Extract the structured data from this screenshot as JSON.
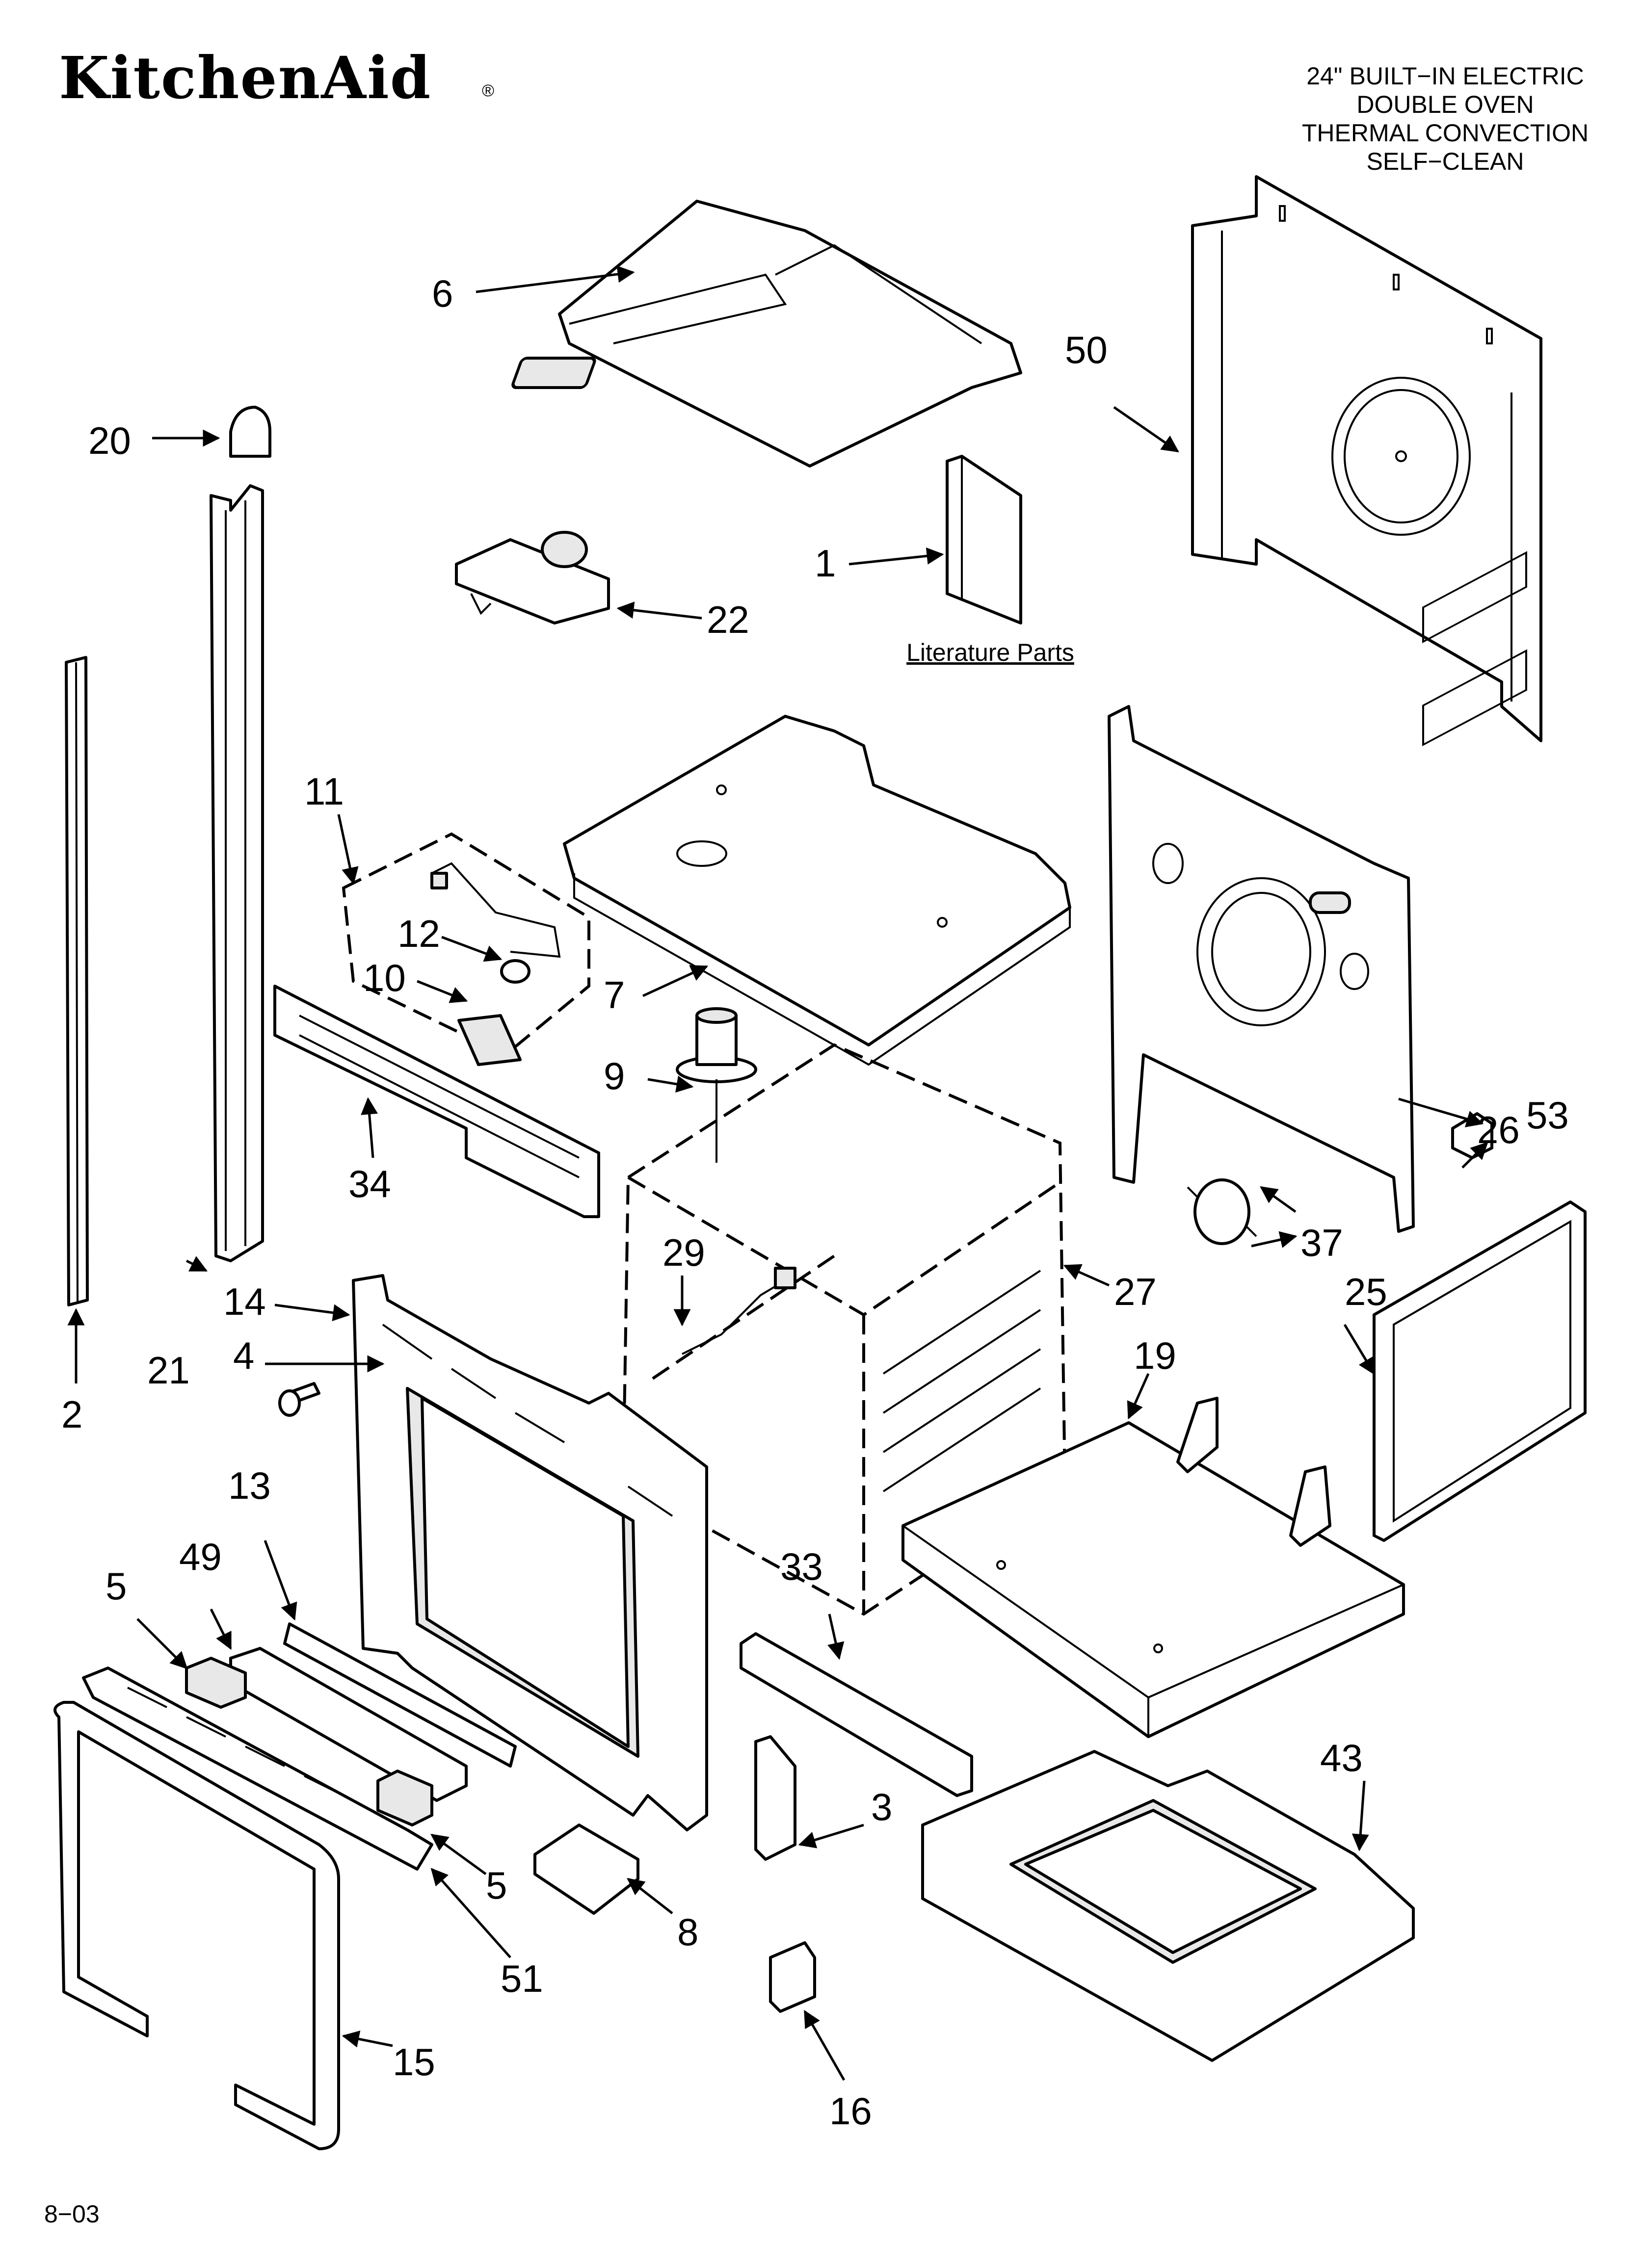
{
  "header": {
    "brand": "KitchenAid",
    "brand_mark": "®",
    "title_lines": [
      "24\" BUILT−IN ELECTRIC",
      "DOUBLE OVEN",
      "THERMAL CONVECTION",
      "SELF−CLEAN"
    ]
  },
  "literature_label": "Literature Parts",
  "footer_code": "8−03",
  "callouts": {
    "c1": "1",
    "c2": "2",
    "c3": "3",
    "c4": "4",
    "c5a": "5",
    "c5b": "5",
    "c6": "6",
    "c7": "7",
    "c8": "8",
    "c9": "9",
    "c10": "10",
    "c11": "11",
    "c12": "12",
    "c13": "13",
    "c14": "14",
    "c15": "15",
    "c16": "16",
    "c19": "19",
    "c20": "20",
    "c21": "21",
    "c22": "22",
    "c25": "25",
    "c26": "26",
    "c27": "27",
    "c29": "29",
    "c33": "33",
    "c34": "34",
    "c37": "37",
    "c43": "43",
    "c49": "49",
    "c50": "50",
    "c51": "51",
    "c53": "53"
  },
  "colors": {
    "ink": "#000000",
    "paper": "#ffffff",
    "shade": "#e8e8e8"
  }
}
